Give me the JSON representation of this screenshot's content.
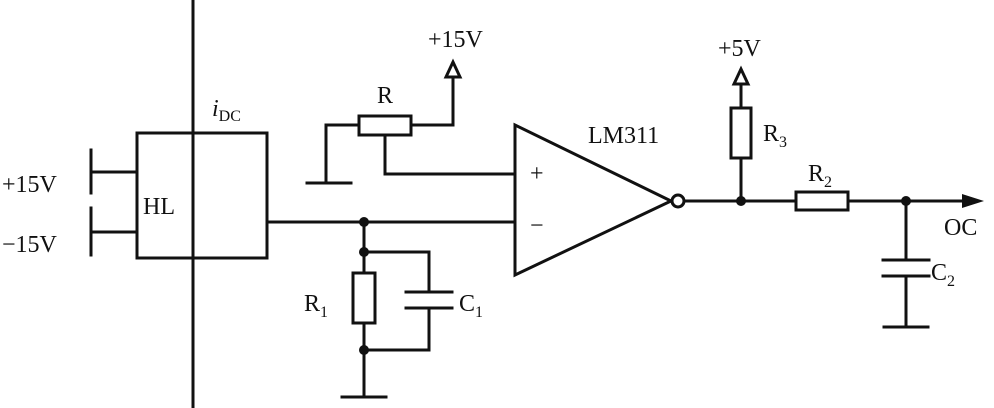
{
  "labels": {
    "plus15_supply_hl": "+15V",
    "minus15_supply_hl": "−15V",
    "hl": "HL",
    "idc_main": "i",
    "idc_sub": "DC",
    "r_pot": "R",
    "plus15_pot": "+15V",
    "opamp": "LM311",
    "plus_input": "+",
    "minus_input": "−",
    "plus5": "+5V",
    "r3_main": "R",
    "r3_sub": "3",
    "r2_main": "R",
    "r2_sub": "2",
    "r1_main": "R",
    "r1_sub": "1",
    "c1_main": "C",
    "c1_sub": "1",
    "c2_main": "C",
    "c2_sub": "2",
    "output": "OC"
  },
  "colors": {
    "ink": "#111111",
    "background": "#ffffff"
  }
}
